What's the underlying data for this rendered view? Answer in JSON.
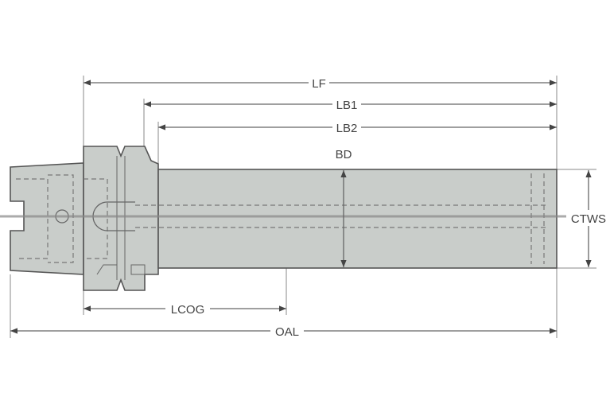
{
  "drawing": {
    "title": "Tool holder extension dimension drawing",
    "labels": {
      "lf": "LF",
      "lb1": "LB1",
      "lb2": "LB2",
      "bd": "BD",
      "ctws": "CTWS",
      "lcog": "LCOG",
      "oal": "OAL"
    },
    "colors": {
      "body": "#c9cdca",
      "outline": "#555555",
      "dimension": "#666666"
    }
  }
}
